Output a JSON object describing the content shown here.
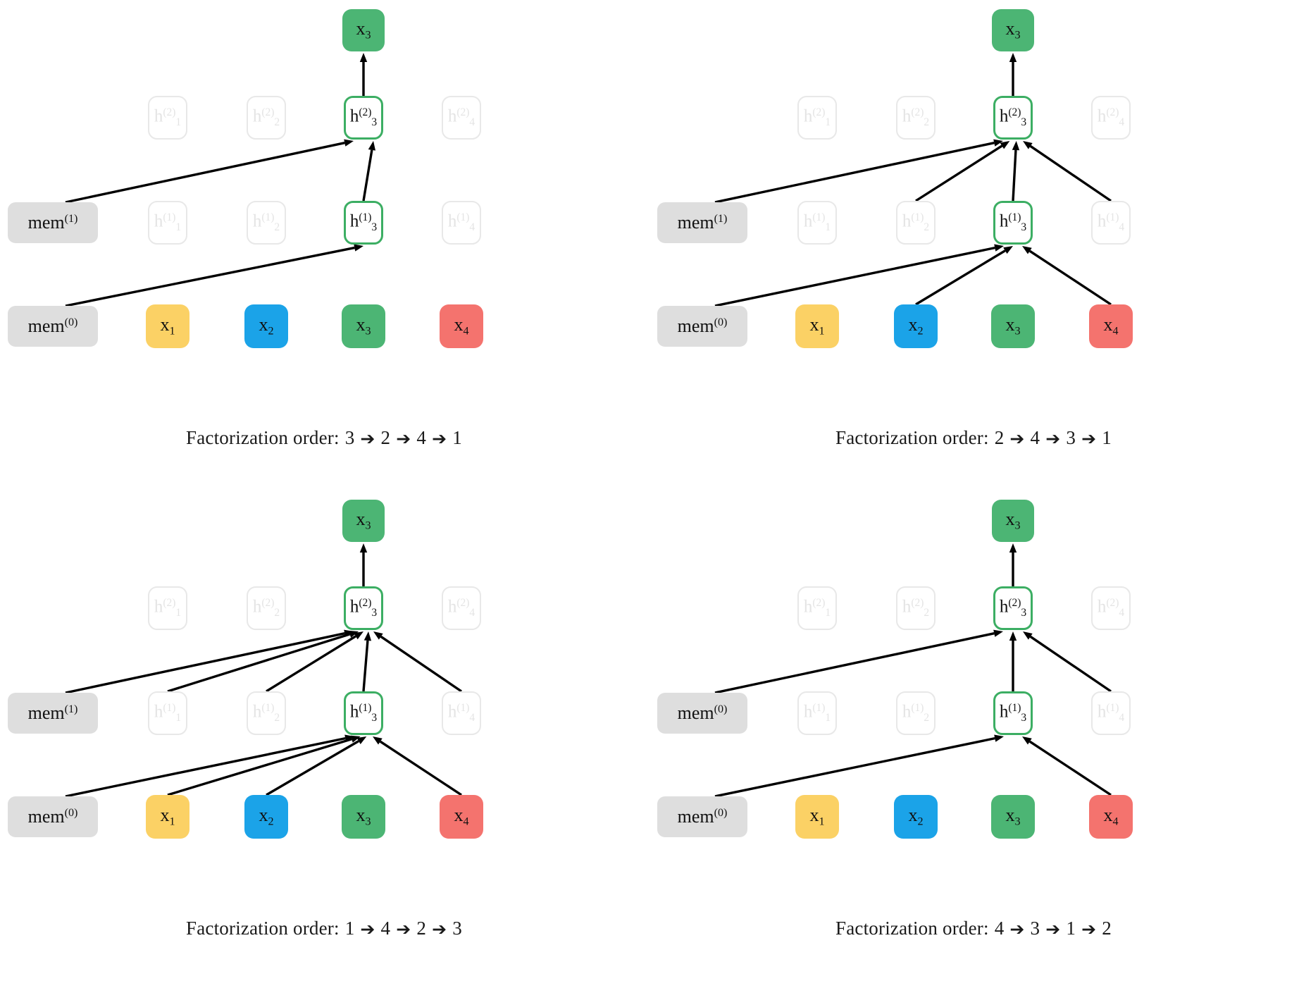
{
  "figure": {
    "caption_prefix": "Factorization order:",
    "arrow_glyph": "➔",
    "colors": {
      "x1": "#fbd165",
      "x2": "#1ba3e8",
      "x3": "#4cb574",
      "x4": "#f4736e",
      "mem": "#dedede",
      "active_border": "#3cae63",
      "inactive_text": "#e4e4e4",
      "arrow": "#000000",
      "output": "#4cb574"
    }
  },
  "tokens": [
    {
      "name": "x1",
      "base": "x",
      "sub": "1",
      "color_key": "y"
    },
    {
      "name": "x2",
      "base": "x",
      "sub": "2",
      "color_key": "b"
    },
    {
      "name": "x3",
      "base": "x",
      "sub": "3",
      "color_key": "g"
    },
    {
      "name": "x4",
      "base": "x",
      "sub": "4",
      "color_key": "r"
    }
  ],
  "hidden_layer1": [
    {
      "base": "h",
      "sub": "1",
      "sup": "(1)"
    },
    {
      "base": "h",
      "sub": "2",
      "sup": "(1)"
    },
    {
      "base": "h",
      "sub": "3",
      "sup": "(1)"
    },
    {
      "base": "h",
      "sub": "4",
      "sup": "(1)"
    }
  ],
  "hidden_layer2": [
    {
      "base": "h",
      "sub": "1",
      "sup": "(2)"
    },
    {
      "base": "h",
      "sub": "2",
      "sup": "(2)"
    },
    {
      "base": "h",
      "sub": "3",
      "sup": "(2)"
    },
    {
      "base": "h",
      "sub": "4",
      "sup": "(2)"
    }
  ],
  "output_node": {
    "base": "x",
    "sub": "3"
  },
  "panels": [
    {
      "id": "panel-top-left",
      "caption": "Factorization order:  3 ➔ 2 ➔ 4 ➔ 1",
      "order": [
        3,
        2,
        4,
        1
      ],
      "mem_top": {
        "base": "mem",
        "sup": "(1)"
      },
      "mem_bottom": {
        "base": "mem",
        "sup": "(0)"
      },
      "active_index": 3,
      "edges_to_h1": [
        "mem_bottom"
      ],
      "edges_to_h2": [
        "mem_top",
        "h1_3"
      ]
    },
    {
      "id": "panel-top-right",
      "caption": "Factorization order:  2 ➔ 4 ➔ 3 ➔ 1",
      "order": [
        2,
        4,
        3,
        1
      ],
      "mem_top": {
        "base": "mem",
        "sup": "(1)"
      },
      "mem_bottom": {
        "base": "mem",
        "sup": "(0)"
      },
      "active_index": 3,
      "edges_to_h1": [
        "mem_bottom",
        "x2",
        "x4"
      ],
      "edges_to_h2": [
        "mem_top",
        "h1_2",
        "h1_3",
        "h1_4"
      ]
    },
    {
      "id": "panel-bottom-left",
      "caption": "Factorization order:  1 ➔ 4 ➔ 2 ➔ 3",
      "order": [
        1,
        4,
        2,
        3
      ],
      "mem_top": {
        "base": "mem",
        "sup": "(1)"
      },
      "mem_bottom": {
        "base": "mem",
        "sup": "(0)"
      },
      "active_index": 3,
      "edges_to_h1": [
        "mem_bottom",
        "x1",
        "x2",
        "x4"
      ],
      "edges_to_h2": [
        "mem_top",
        "h1_1",
        "h1_2",
        "h1_3",
        "h1_4"
      ]
    },
    {
      "id": "panel-bottom-right",
      "caption": "Factorization order:  4 ➔ 3 ➔ 1 ➔ 2",
      "order": [
        4,
        3,
        1,
        2
      ],
      "mem_top": {
        "base": "mem",
        "sup": "(0)"
      },
      "mem_bottom": {
        "base": "mem",
        "sup": "(0)"
      },
      "active_index": 3,
      "edges_to_h1": [
        "mem_bottom",
        "x4"
      ],
      "edges_to_h2": [
        "mem_top",
        "h1_3",
        "h1_4"
      ]
    }
  ]
}
